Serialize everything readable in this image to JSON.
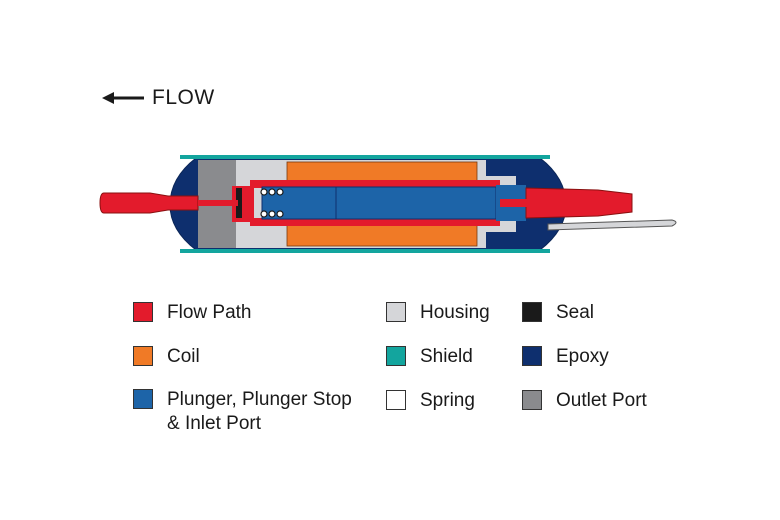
{
  "flow": {
    "label": "FLOW"
  },
  "legend": [
    {
      "key": "flow-path",
      "label": "Flow Path",
      "color": "#e31b2c"
    },
    {
      "key": "coil",
      "label": "Coil",
      "color": "#f07a26"
    },
    {
      "key": "plunger",
      "label": "Plunger, Plunger Stop\n& Inlet Port",
      "color": "#1d64a8"
    },
    {
      "key": "housing",
      "label": "Housing",
      "color": "#d5d6d9"
    },
    {
      "key": "shield",
      "label": "Shield",
      "color": "#13a59e"
    },
    {
      "key": "spring",
      "label": "Spring",
      "color": "#ffffff"
    },
    {
      "key": "seal",
      "label": "Seal",
      "color": "#1a1a1a"
    },
    {
      "key": "epoxy",
      "label": "Epoxy",
      "color": "#0e2f6e"
    },
    {
      "key": "outlet-port",
      "label": "Outlet Port",
      "color": "#8a8b8e"
    }
  ]
}
